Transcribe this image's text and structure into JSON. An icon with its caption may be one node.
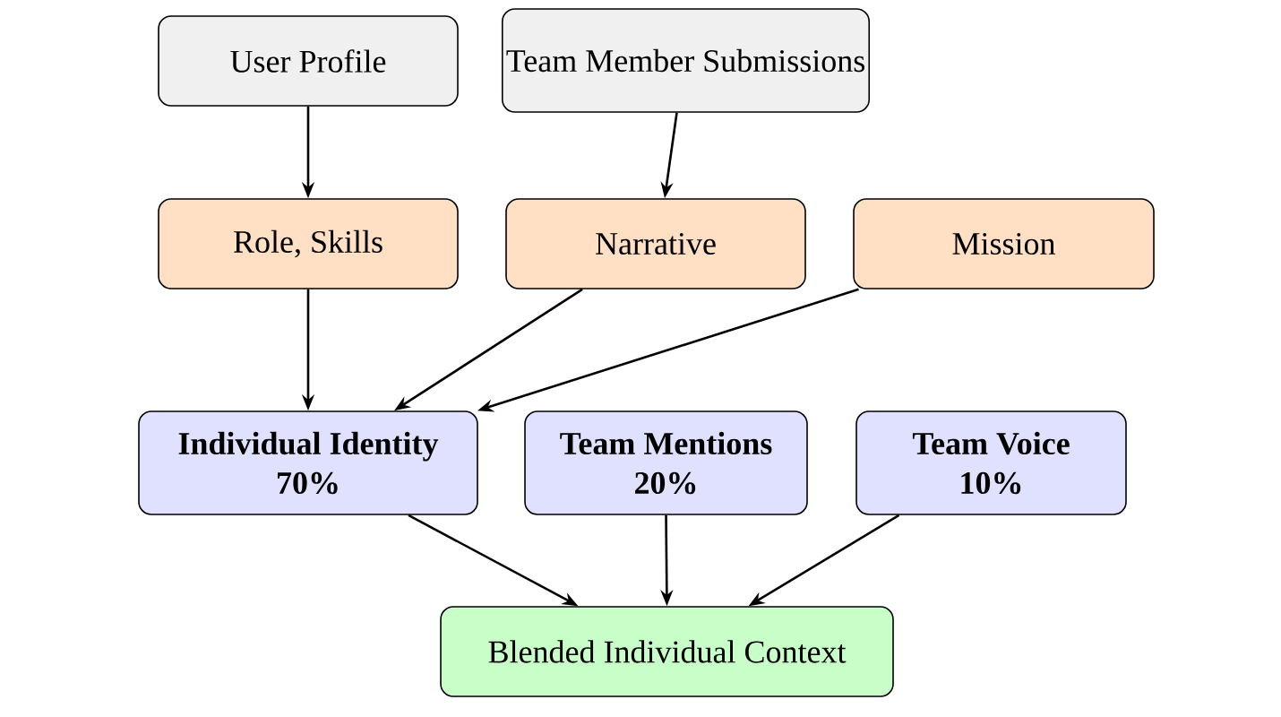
{
  "diagram": {
    "nodes": [
      {
        "text": [
          "User Profile"
        ]
      },
      {
        "text": [
          "Team Member Submissions"
        ]
      },
      {
        "text": [
          "Role, Skills"
        ]
      },
      {
        "text": [
          "Narrative"
        ]
      },
      {
        "text": [
          "Mission"
        ]
      },
      {
        "text": [
          "Individual Identity",
          "70%"
        ]
      },
      {
        "text": [
          "Team Mentions",
          "20%"
        ]
      },
      {
        "text": [
          "Team Voice",
          "10%"
        ]
      },
      {
        "text": [
          "Blended Individual Context"
        ]
      }
    ],
    "edges": [
      {
        "from": 0,
        "to": 2,
        "arrow": "to"
      },
      {
        "from": 1,
        "to": 3,
        "arrow": "to"
      },
      {
        "from": 2,
        "to": 5,
        "arrow": "to"
      },
      {
        "from": 3,
        "to": 5,
        "arrow": "to"
      },
      {
        "from": 4,
        "to": 5,
        "arrow": "to"
      },
      {
        "from": 5,
        "to": 8,
        "arrow": "to"
      },
      {
        "from": 6,
        "to": 8,
        "arrow": "to"
      },
      {
        "from": 7,
        "to": 8,
        "arrow": "to"
      }
    ]
  }
}
